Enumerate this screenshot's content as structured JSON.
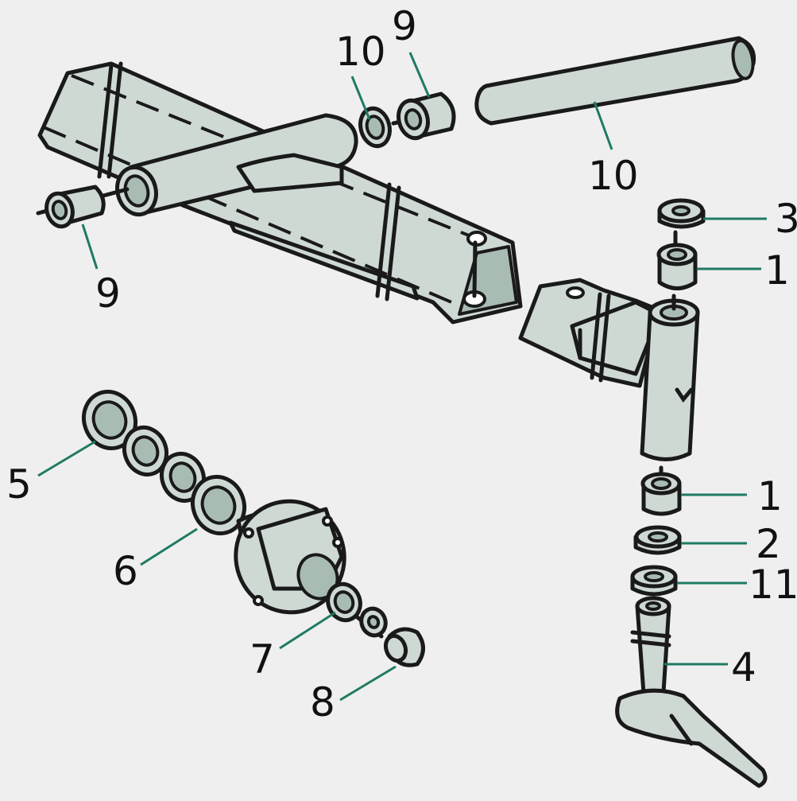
{
  "diagram": {
    "colors": {
      "part_fill": "#cfd9d4",
      "part_shade": "#a9bcb3",
      "outline": "#1a1a1a",
      "leader": "#1f7a64",
      "background": "#efefef"
    },
    "callouts": [
      {
        "id": "c1",
        "label": "10"
      },
      {
        "id": "c2",
        "label": "9"
      },
      {
        "id": "c3",
        "label": "10"
      },
      {
        "id": "c4",
        "label": "9"
      },
      {
        "id": "c5",
        "label": "3"
      },
      {
        "id": "c6",
        "label": "1"
      },
      {
        "id": "c7",
        "label": "5"
      },
      {
        "id": "c8",
        "label": "1"
      },
      {
        "id": "c9",
        "label": "2"
      },
      {
        "id": "c10",
        "label": "6"
      },
      {
        "id": "c11",
        "label": "11"
      },
      {
        "id": "c12",
        "label": "4"
      },
      {
        "id": "c13",
        "label": "7"
      },
      {
        "id": "c14",
        "label": "8"
      }
    ]
  }
}
